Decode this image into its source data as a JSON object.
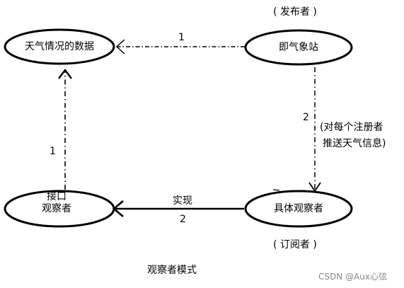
{
  "nodes": {
    "weather_data": {
      "label": "天气情况的数据"
    },
    "weather_station": {
      "label": "即气象站"
    },
    "observer_interface": {
      "line1": "接口",
      "line2": "观察者"
    },
    "concrete_observer": {
      "label": "具体观察者"
    }
  },
  "roles": {
    "publisher": "( 发布者 )",
    "subscriber": "( 订阅者 )"
  },
  "edges": {
    "station_to_data": {
      "label": "1"
    },
    "interface_to_data": {
      "label": "1"
    },
    "station_to_concrete": {
      "label": "2",
      "note_line1": "(对每个注册者",
      "note_line2": "推送天气信息)"
    },
    "concrete_to_interface": {
      "label_top": "实现",
      "label_bottom": "2"
    }
  },
  "caption": "观察者模式",
  "watermark": "CSDN @Aux心弦"
}
